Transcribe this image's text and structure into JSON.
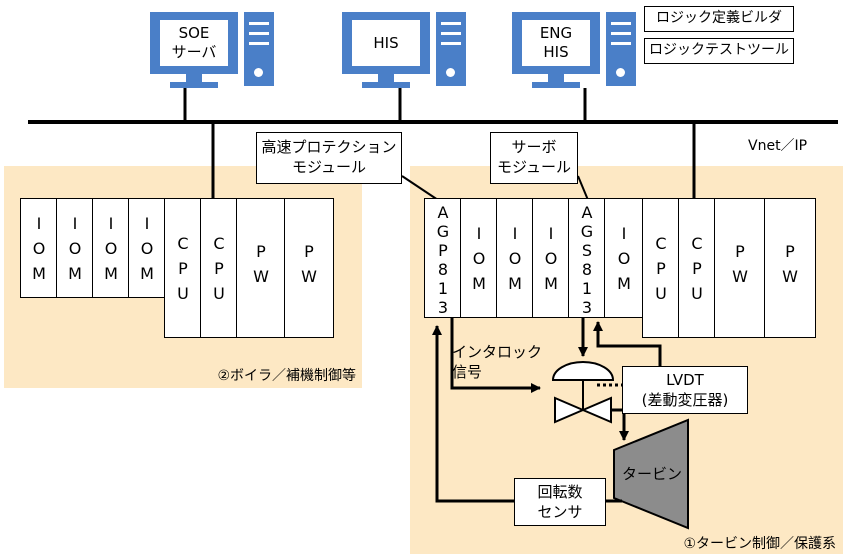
{
  "computers": [
    {
      "label": "SOE\nサーバ"
    },
    {
      "label": "HIS"
    },
    {
      "label": "ENG\nHIS"
    }
  ],
  "tools": [
    "ロジック定義ビルダ",
    "ロジックテストツール"
  ],
  "network_label": "Vnet／IP",
  "left_rack": {
    "modules": [
      "I\nO\nM",
      "I\nO\nM",
      "I\nO\nM",
      "I\nO\nM",
      "C\nP\nU",
      "C\nP\nU",
      "P\nW",
      "P\nW"
    ],
    "caption": "②ボイラ／補機制御等"
  },
  "right_rack": {
    "modules": [
      "A\nG\nP\n8\n1\n3",
      "I\nO\nM",
      "I\nO\nM",
      "I\nO\nM",
      "A\nG\nS\n8\n1\n3",
      "I\nO\nM",
      "C\nP\nU",
      "C\nP\nU",
      "P\nW",
      "P\nW"
    ],
    "caption": "①タービン制御／保護系"
  },
  "callouts": {
    "protection": "高速プロテクション\nモジュール",
    "servo": "サーボ\nモジュール"
  },
  "field": {
    "interlock": "インタロック\n信号",
    "lvdt": "LVDT\n(差動変圧器)",
    "turbine": "タービン",
    "speed_sensor": "回転数\nセンサ"
  },
  "colors": {
    "panel": "#fde8c4",
    "computer": "#4a7fc8",
    "turbine": "#8c8c8c"
  }
}
